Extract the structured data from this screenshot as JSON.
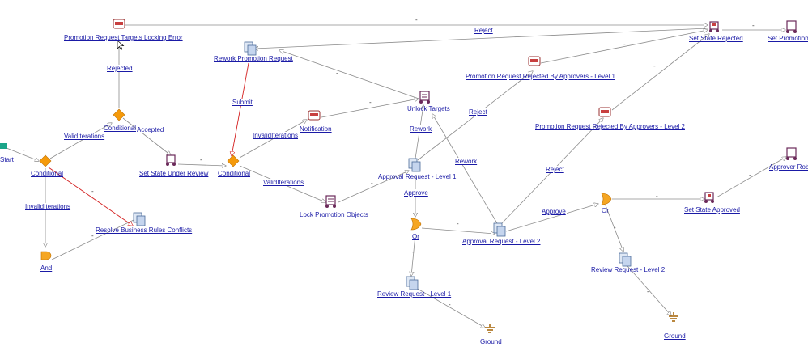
{
  "diagram": {
    "nodes": {
      "start": {
        "label": "Start"
      },
      "cond_left": {
        "label": "Conditional"
      },
      "cond_top": {
        "label": "Conditional"
      },
      "cond_mid": {
        "label": "Conditional"
      },
      "locking_error": {
        "label": "Promotion Request Targets Locking Error"
      },
      "set_state_under_review": {
        "label": "Set State Under Review"
      },
      "rework_promotion": {
        "label": "Rework Promotion Request"
      },
      "notification": {
        "label": "Notification"
      },
      "unlock_targets": {
        "label": "Unlock Targets"
      },
      "lock_objects": {
        "label": "Lock Promotion Objects"
      },
      "resolve_conflicts": {
        "label": "Resolve Business Rules Conflicts"
      },
      "and_node": {
        "label": "And"
      },
      "approval_l1": {
        "label": "Approval Request - Level 1"
      },
      "or_1": {
        "label": "Or"
      },
      "review_l1": {
        "label": "Review Request - Level 1"
      },
      "ground_1": {
        "label": "Ground"
      },
      "approval_l2": {
        "label": "Approval Request - Level 2"
      },
      "rejected_l1": {
        "label": "Promotion Request Rejected By Approvers - Level 1"
      },
      "rejected_l2": {
        "label": "Promotion Request Rejected By Approvers - Level 2"
      },
      "set_state_rejected": {
        "label": "Set State Rejected"
      },
      "set_promotion": {
        "label": "Set Promotion"
      },
      "or_2": {
        "label": "Or"
      },
      "set_state_approved": {
        "label": "Set State Approved"
      },
      "approver_rob": {
        "label": "Approver Rob"
      },
      "review_l2": {
        "label": "Review Request - Level 2"
      },
      "ground_2": {
        "label": "Ground"
      }
    },
    "edge_labels": {
      "rejected": "Rejected",
      "valid_iterations_left": "ValidIterations",
      "accepted": "Accepted",
      "invalid_iterations_left": "InvalidIterations",
      "submit": "Submit",
      "invalid_iterations_mid": "InvalidIterations",
      "valid_iterations_mid": "ValidIterations",
      "rework_l1": "Rework",
      "rework_l2": "Rework",
      "approve_l1": "Approve",
      "approve_l2": "Approve",
      "reject_top": "Reject",
      "reject_l1": "Reject",
      "reject_l2": "Reject",
      "dash": "-"
    },
    "colors": {
      "link": "#1a1aa6",
      "edge": "#8c8c8c",
      "edge_highlight": "#d42020",
      "diamond": "#f59a0a",
      "start": "#1aa589",
      "purple": "#6b2a5a",
      "ground": "#a86a10"
    }
  }
}
